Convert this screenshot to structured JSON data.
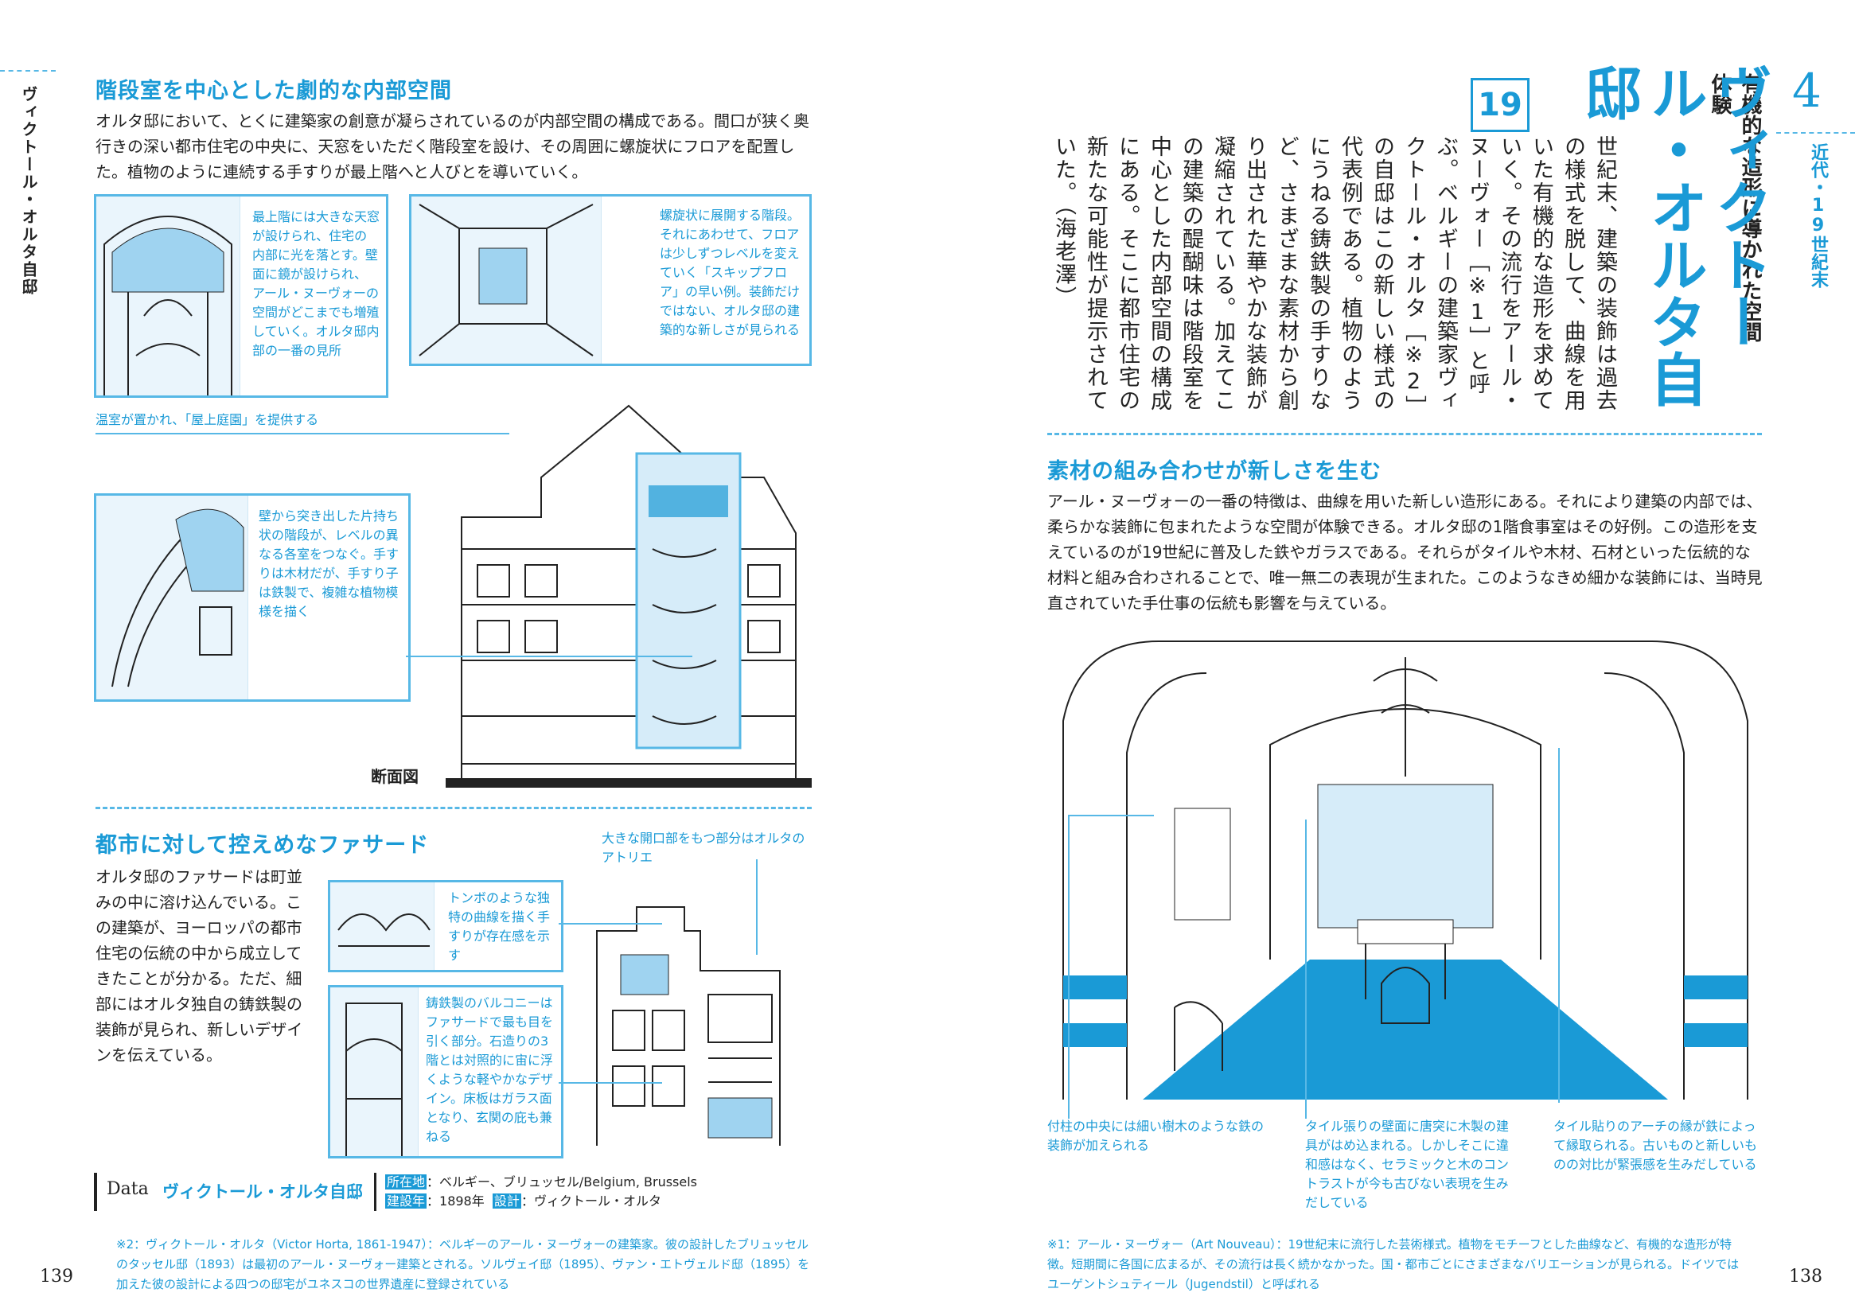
{
  "left_page": {
    "side_title": "ヴィクトール・オルタ自邸",
    "section1": {
      "heading": "階段室を中心とした劇的な内部空間",
      "body": "オルタ邸において、とくに建築家の創意が凝らされているのが内部空間の構成である。間口が狭く奥行きの深い都市住宅の中央に、天窓をいただく階段室を設け、その周囲に螺旋状にフロアを配置した。植物のように連続する手すりが最上階へと人びとを導いていく。",
      "callout_skylight": "最上階には大きな天窓が設けられ、住宅の内部に光を落とす。壁面に鏡が設けられ、アール・ヌーヴォーの空間がどこまでも増殖していく。オルタ邸内部の一番の見所",
      "callout_spiral": "螺旋状に展開する階段。それにあわせて、フロアは少しずつレベルを変えていく「スキップフロア」の早い例。装飾だけではない、オルタ邸の建築的な新しさが見られる",
      "callout_greenhouse": "温室が置かれ、「屋上庭園」を提供する",
      "callout_stair": "壁から突き出した片持ち状の階段が、レベルの異なる各室をつなぐ。手すりは木材だが、手すり子は鉄製で、複雑な植物模様を描く",
      "section_label": "断面図"
    },
    "section2": {
      "heading": "都市に対して控えめなファサード",
      "body": "オルタ邸のファサードは町並みの中に溶け込んでいる。この建築が、ヨーロッパの都市住宅の伝統の中から成立してきたことが分かる。ただ、細部にはオルタ独自の鋳鉄製の装飾が見られ、新しいデザインを伝えている。",
      "callout_atelier": "大きな開口部をもつ部分はオルタのアトリエ",
      "callout_dragonfly": "トンボのような独特の曲線を描く手すりが存在感を示す",
      "callout_balcony": "鋳鉄製のバルコニーはファサードで最も目を引く部分。石造りの3階とは対照的に宙に浮くような軽やかなデザイン。床板はガラス面となり、玄関の庇も兼ねる"
    },
    "data_box": {
      "label": "Data",
      "name": "ヴィクトール・オルタ自邸",
      "location_label": "所在地",
      "location": "：ベルギー、ブリュッセル/Belgium, Brussels",
      "year_label": "建設年",
      "year": "：1898年",
      "design_label": "設計",
      "design": "：ヴィクトール・オルタ"
    },
    "footnote": "※2：ヴィクトール・オルタ（Victor Horta, 1861-1947）：ベルギーのアール・ヌーヴォーの建築家。彼の設計したブリュッセルのタッセル邸（1893）は最初のアール・ヌーヴォー建築とされる。ソルヴェイ邸（1895）、ヴァン・エトヴェルド邸（1895）を加えた彼の設計による四つの邸宅がユネスコの世界遺産に登録されている",
    "page_number": "139"
  },
  "right_page": {
    "chapter_number": "4",
    "chapter_label": "近代・19世紀末",
    "subtitle": "有機的な造形に導かれた空間体験",
    "title": "ヴィクトール・オルタ自邸",
    "entry_number": "19",
    "vertical_body": "世紀末、建築の装飾は過去の様式を脱して、曲線を用いた有機的な造形を求めていく。その流行をアール・ヌーヴォー［※1］と呼ぶ。ベルギーの建築家ヴィクトール・オルタ［※2］の自邸はこの新しい様式の代表例である。植物のようにうねる鋳鉄製の手すりなど、さまざまな素材から創り出された華やかな装飾が凝縮されている。加えてこの建築の醍醐味は階段室を中心とした内部空間の構成にある。そこに都市住宅の新たな可能性が提示されていた。（海老澤）",
    "section3": {
      "heading": "素材の組み合わせが新しさを生む",
      "body": "アール・ヌーヴォーの一番の特徴は、曲線を用いた新しい造形にある。それにより建築の内部では、柔らかな装飾に包まれたような空間が体験できる。オルタ邸の1階食事室はその好例。この造形を支えているのが19世紀に普及した鉄やガラスである。それらがタイルや木材、石材といった伝統的な材料と組み合わされることで、唯一無二の表現が生まれた。このようなきめ細かな装飾には、当時見直されていた手仕事の伝統も影響を与えている。",
      "callout_column": "付柱の中央には細い樹木のような鉄の装飾が加えられる",
      "callout_tile_wall": "タイル張りの壁面に唐突に木製の建具がはめ込まれる。しかしそこに違和感はなく、セラミックと木のコントラストが今も古びない表現を生みだしている",
      "callout_arch": "タイル貼りのアーチの縁が鉄によって縁取られる。古いものと新しいものの対比が緊張感を生みだしている"
    },
    "footnote": "※1：アール・ヌーヴォー（Art Nouveau）：19世紀末に流行した芸術様式。植物をモチーフとした曲線など、有機的な造形が特徴。短期間に各国に広まるが、その流行は長く続かなかった。国・都市ごとにさまざまなバリエーションが見られる。ドイツではユーゲントシュティール（Jugendstil）と呼ばれる",
    "page_number": "138"
  },
  "colors": {
    "accent": "#1a9ad6",
    "accent_light": "#57b8e6",
    "fill_light": "#d6ecf9",
    "text": "#222222"
  },
  "icons": [
    "section-drawing",
    "facade-drawing",
    "dining-room-drawing",
    "stair-photo-sketch"
  ]
}
